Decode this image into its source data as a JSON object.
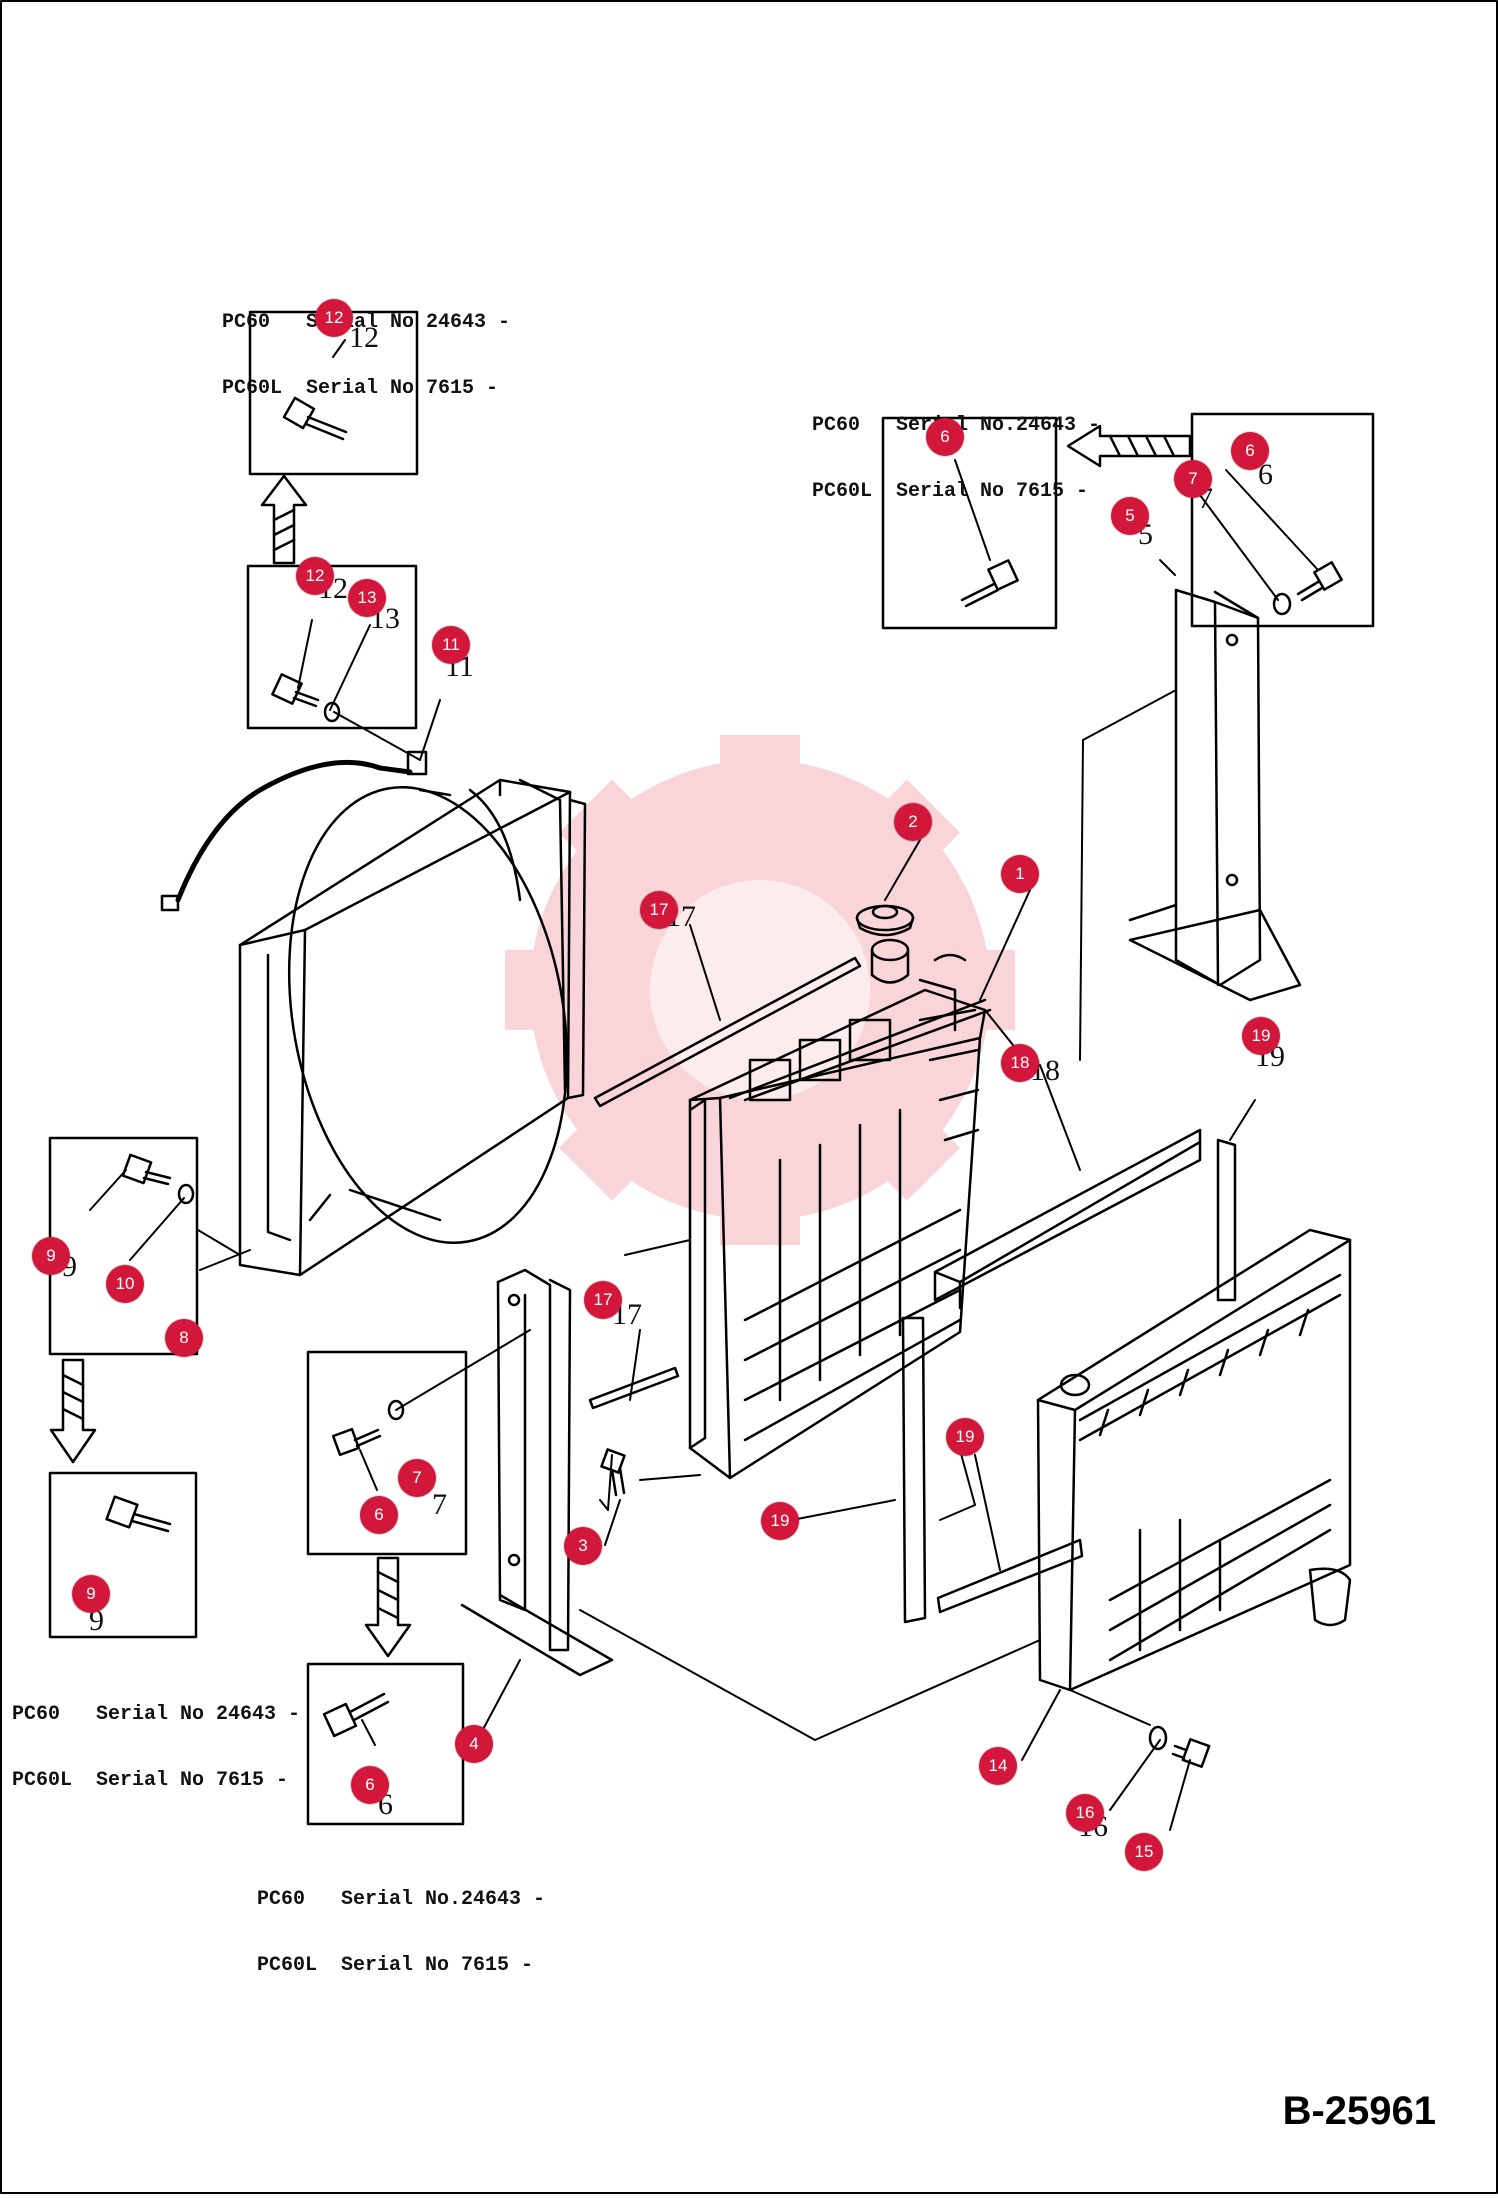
{
  "drawing_ref": "B-25961",
  "serial_notes": [
    {
      "id": "note-top-left",
      "line1": "PC60   Serial No 24643 -",
      "line2": "PC60L  Serial No 7615 -"
    },
    {
      "id": "note-top-right",
      "line1": "PC60   Serial No.24643 -",
      "line2": "PC60L  Serial No 7615 -"
    },
    {
      "id": "note-mid-left",
      "line1": "PC60   Serial No 24643 -",
      "line2": "PC60L  Serial No 7615 -"
    },
    {
      "id": "note-bottom",
      "line1": "PC60   Serial No.24643 -",
      "line2": "PC60L  Serial No 7615 -"
    }
  ],
  "callouts": [
    {
      "id": "c12a",
      "label": "12"
    },
    {
      "id": "c12b",
      "label": "12"
    },
    {
      "id": "c13",
      "label": "13"
    },
    {
      "id": "c11",
      "label": "11"
    },
    {
      "id": "c6a",
      "label": "6"
    },
    {
      "id": "c6b",
      "label": "6"
    },
    {
      "id": "c7a",
      "label": "7"
    },
    {
      "id": "c5",
      "label": "5"
    },
    {
      "id": "c2",
      "label": "2"
    },
    {
      "id": "c1",
      "label": "1"
    },
    {
      "id": "c17a",
      "label": "17"
    },
    {
      "id": "c18",
      "label": "18"
    },
    {
      "id": "c19a",
      "label": "19"
    },
    {
      "id": "c9a",
      "label": "9"
    },
    {
      "id": "c10",
      "label": "10"
    },
    {
      "id": "c8",
      "label": "8"
    },
    {
      "id": "c17b",
      "label": "17"
    },
    {
      "id": "c7b",
      "label": "7"
    },
    {
      "id": "c6c",
      "label": "6"
    },
    {
      "id": "c19b",
      "label": "19"
    },
    {
      "id": "c3",
      "label": "3"
    },
    {
      "id": "c19c",
      "label": "19"
    },
    {
      "id": "c9b",
      "label": "9"
    },
    {
      "id": "c6d",
      "label": "6"
    },
    {
      "id": "c4",
      "label": "4"
    },
    {
      "id": "c14",
      "label": "14"
    },
    {
      "id": "c16",
      "label": "16"
    },
    {
      "id": "c15",
      "label": "15"
    }
  ],
  "part_numbers": [
    {
      "id": "n12a",
      "label": "12"
    },
    {
      "id": "n12b",
      "label": "12"
    },
    {
      "id": "n13",
      "label": "13"
    },
    {
      "id": "n11",
      "label": "11"
    },
    {
      "id": "n6b",
      "label": "6"
    },
    {
      "id": "n7a",
      "label": "7"
    },
    {
      "id": "n5",
      "label": "5"
    },
    {
      "id": "n17a",
      "label": "17"
    },
    {
      "id": "n18",
      "label": "18"
    },
    {
      "id": "n19a",
      "label": "19"
    },
    {
      "id": "n9a",
      "label": "9"
    },
    {
      "id": "n8",
      "label": "8"
    },
    {
      "id": "n17b",
      "label": "17"
    },
    {
      "id": "n7b",
      "label": "7"
    },
    {
      "id": "n9b",
      "label": "9"
    },
    {
      "id": "n6d",
      "label": "6"
    },
    {
      "id": "n16",
      "label": "16"
    }
  ]
}
